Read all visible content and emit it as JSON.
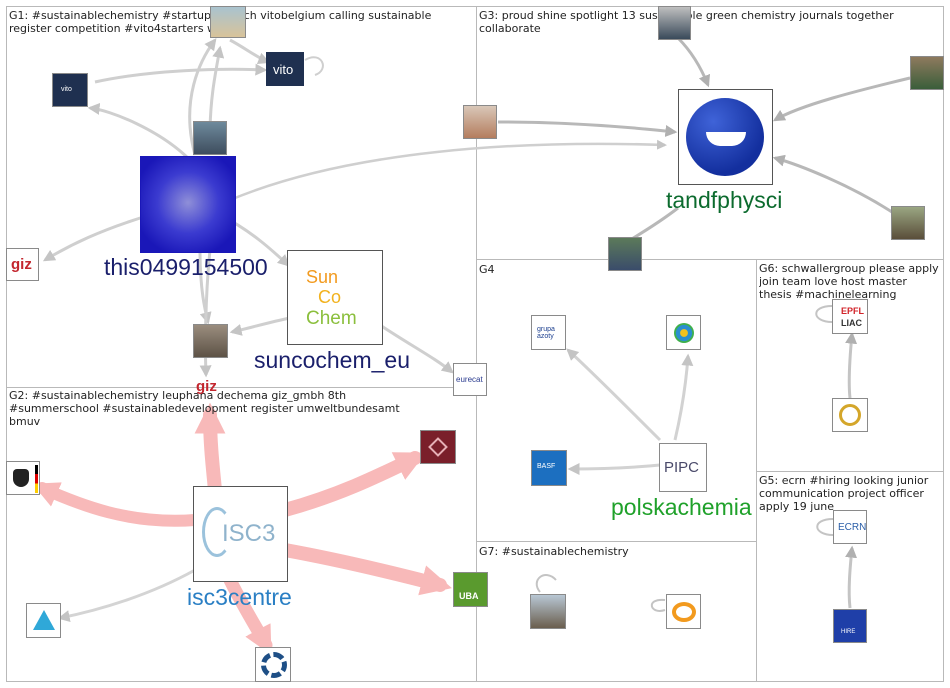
{
  "groups": [
    {
      "id": "G1",
      "label": "G1: #sustainablechemistry #startups #pitch vitobelgium calling sustainable register competition #vito4starters win"
    },
    {
      "id": "G2",
      "label": "G2: #sustainablechemistry leuphana dechema giz_gmbh 8th #summerschool #sustainabledevelopment register umweltbundesamt bmuv"
    },
    {
      "id": "G3",
      "label": "G3: proud shine spotlight 13 sustainable green chemistry journals together collaborate"
    },
    {
      "id": "G4",
      "label": "G4"
    },
    {
      "id": "G5",
      "label": "G5: ecrn #hiring looking junior communication project officer apply 19 june"
    },
    {
      "id": "G6",
      "label": "G6: schwallergroup please apply join team love host master thesis #machinelearning"
    },
    {
      "id": "G7",
      "label": "G7: #sustainablechemistry"
    }
  ],
  "node_labels": {
    "this0499154500": "this0499154500",
    "suncochem_eu": "suncochem_eu",
    "tandfphysci": "tandfphysci",
    "isc3centre": "isc3centre",
    "polskachemia": "polskachemia"
  },
  "logo_text": {
    "vito": "vito",
    "giz": "giz",
    "giz2": "giz",
    "eurecat": "eurecat",
    "sun": "Sun",
    "co": "Co",
    "chem": "Chem",
    "isc3": "ISC3",
    "pipc": "PIPC",
    "uba": "UBA",
    "basf": "BASF",
    "epfl": "EPFL",
    "liac": "LIAC",
    "ecrn": "ECRN",
    "hire": "HIRE"
  },
  "colors": {
    "this0499154500": "#1a1f6b",
    "suncochem_eu": "#1a1f6b",
    "tandfphysci": "#0c6b2e",
    "isc3centre": "#2a7fc4",
    "polskachemia": "#1fa12a",
    "edge_grey": "#c8c8c8",
    "edge_pink": "#f8b9b9"
  }
}
